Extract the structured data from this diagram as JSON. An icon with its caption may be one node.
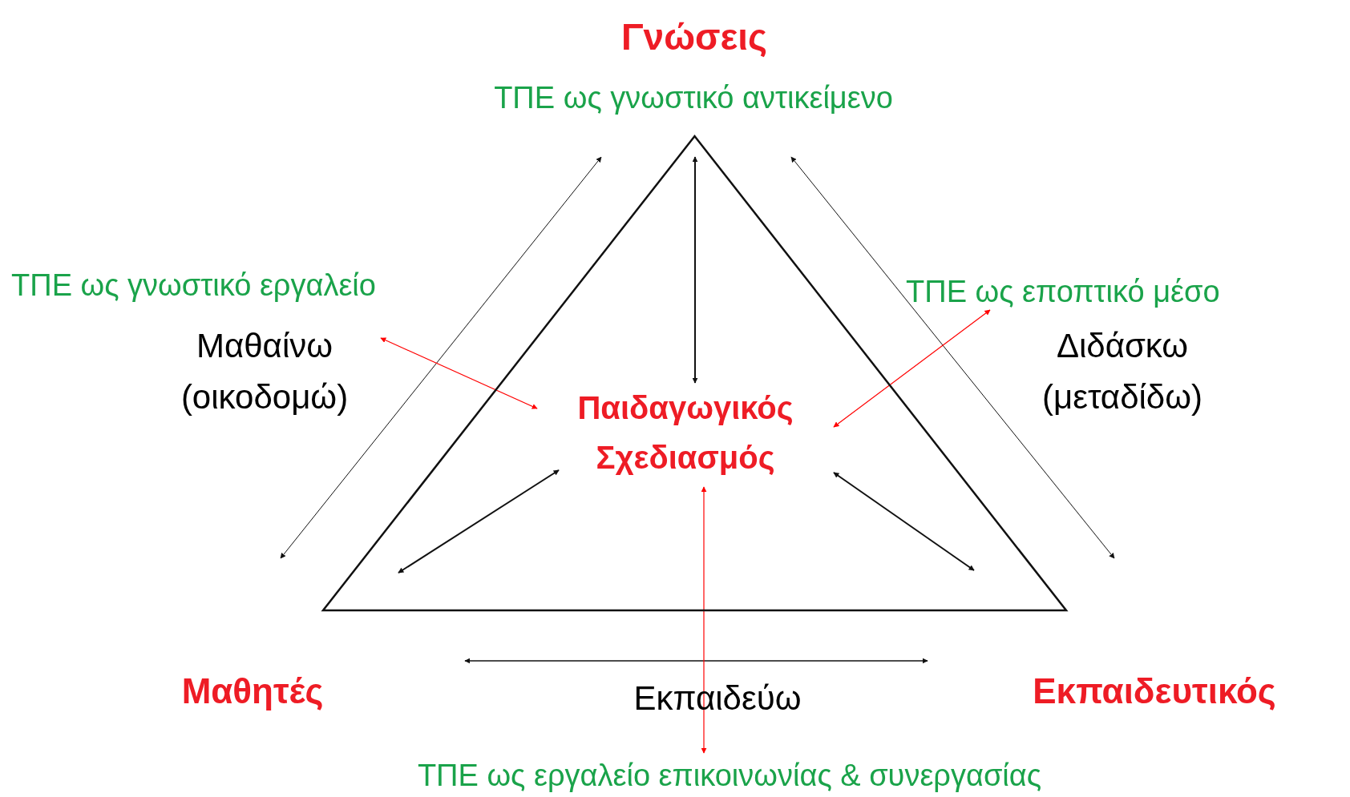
{
  "diagram": {
    "nodes": [
      {
        "text": [],
        "shape": "triangle"
      },
      {
        "text": [
          "Γνώσεις"
        ]
      },
      {
        "text": [
          "Μαθητές"
        ]
      },
      {
        "text": [
          "Εκπαιδευτικός"
        ]
      },
      {
        "text": [
          "Παιδαγωγικός Σχεδιασμός"
        ],
        "in": 0
      },
      {
        "text": [
          "Μαθαίνω (οικοδομώ)"
        ]
      },
      {
        "text": [
          "Διδάσκω (μεταδίδω)"
        ]
      },
      {
        "text": [
          "Εκπαιδεύω"
        ]
      },
      {
        "text": [
          "ΤΠΕ ως γνωστικό αντικείμενο"
        ]
      },
      {
        "text": [
          "ΤΠΕ ως γνωστικό εργαλείο"
        ]
      },
      {
        "text": [
          "ΤΠΕ ως εποπτικό μέσο"
        ]
      },
      {
        "text": [
          "ΤΠΕ ως εργαλείο επικοινωνίας & συνεργασίας"
        ]
      }
    ],
    "edges": [
      {
        "from": 4,
        "to": null,
        "arrow": "both"
      },
      {
        "from": 4,
        "to": null,
        "arrow": "both"
      },
      {
        "from": 4,
        "to": null,
        "arrow": "both"
      },
      {
        "from": 4,
        "to": 11,
        "arrow": "both",
        "color": "#ff0000"
      },
      {
        "from": 4,
        "to": 5,
        "arrow": "both",
        "color": "#ff0000"
      },
      {
        "from": 4,
        "to": 10,
        "arrow": "both",
        "color": "#ff0000"
      }
    ]
  }
}
